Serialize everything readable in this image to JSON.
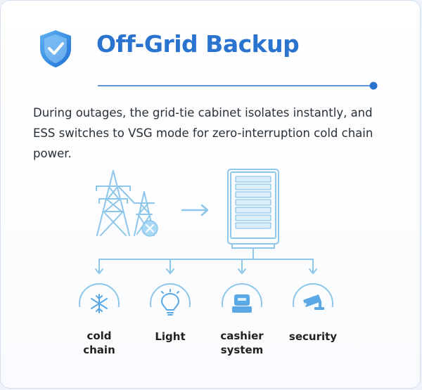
{
  "title": "Off-Grid Backup",
  "description": "During outages, the grid-tie cabinet isolates instantly, and ESS switches to VSG mode for zero-interruption cold chain power.",
  "loads": [
    {
      "label": "cold\nchain",
      "icon": "snowflake-icon"
    },
    {
      "label": "Light",
      "icon": "light-bulb-icon"
    },
    {
      "label": "cashier\nsystem",
      "icon": "cashier-icon"
    },
    {
      "label": "security",
      "icon": "security-camera-icon"
    }
  ],
  "colors": {
    "title": "#2a73cf",
    "accent": "#2a73cf",
    "line_art": "#8ec6ea",
    "shield_dark": "#1f6fd4",
    "shield_light": "#5fb3f3"
  }
}
